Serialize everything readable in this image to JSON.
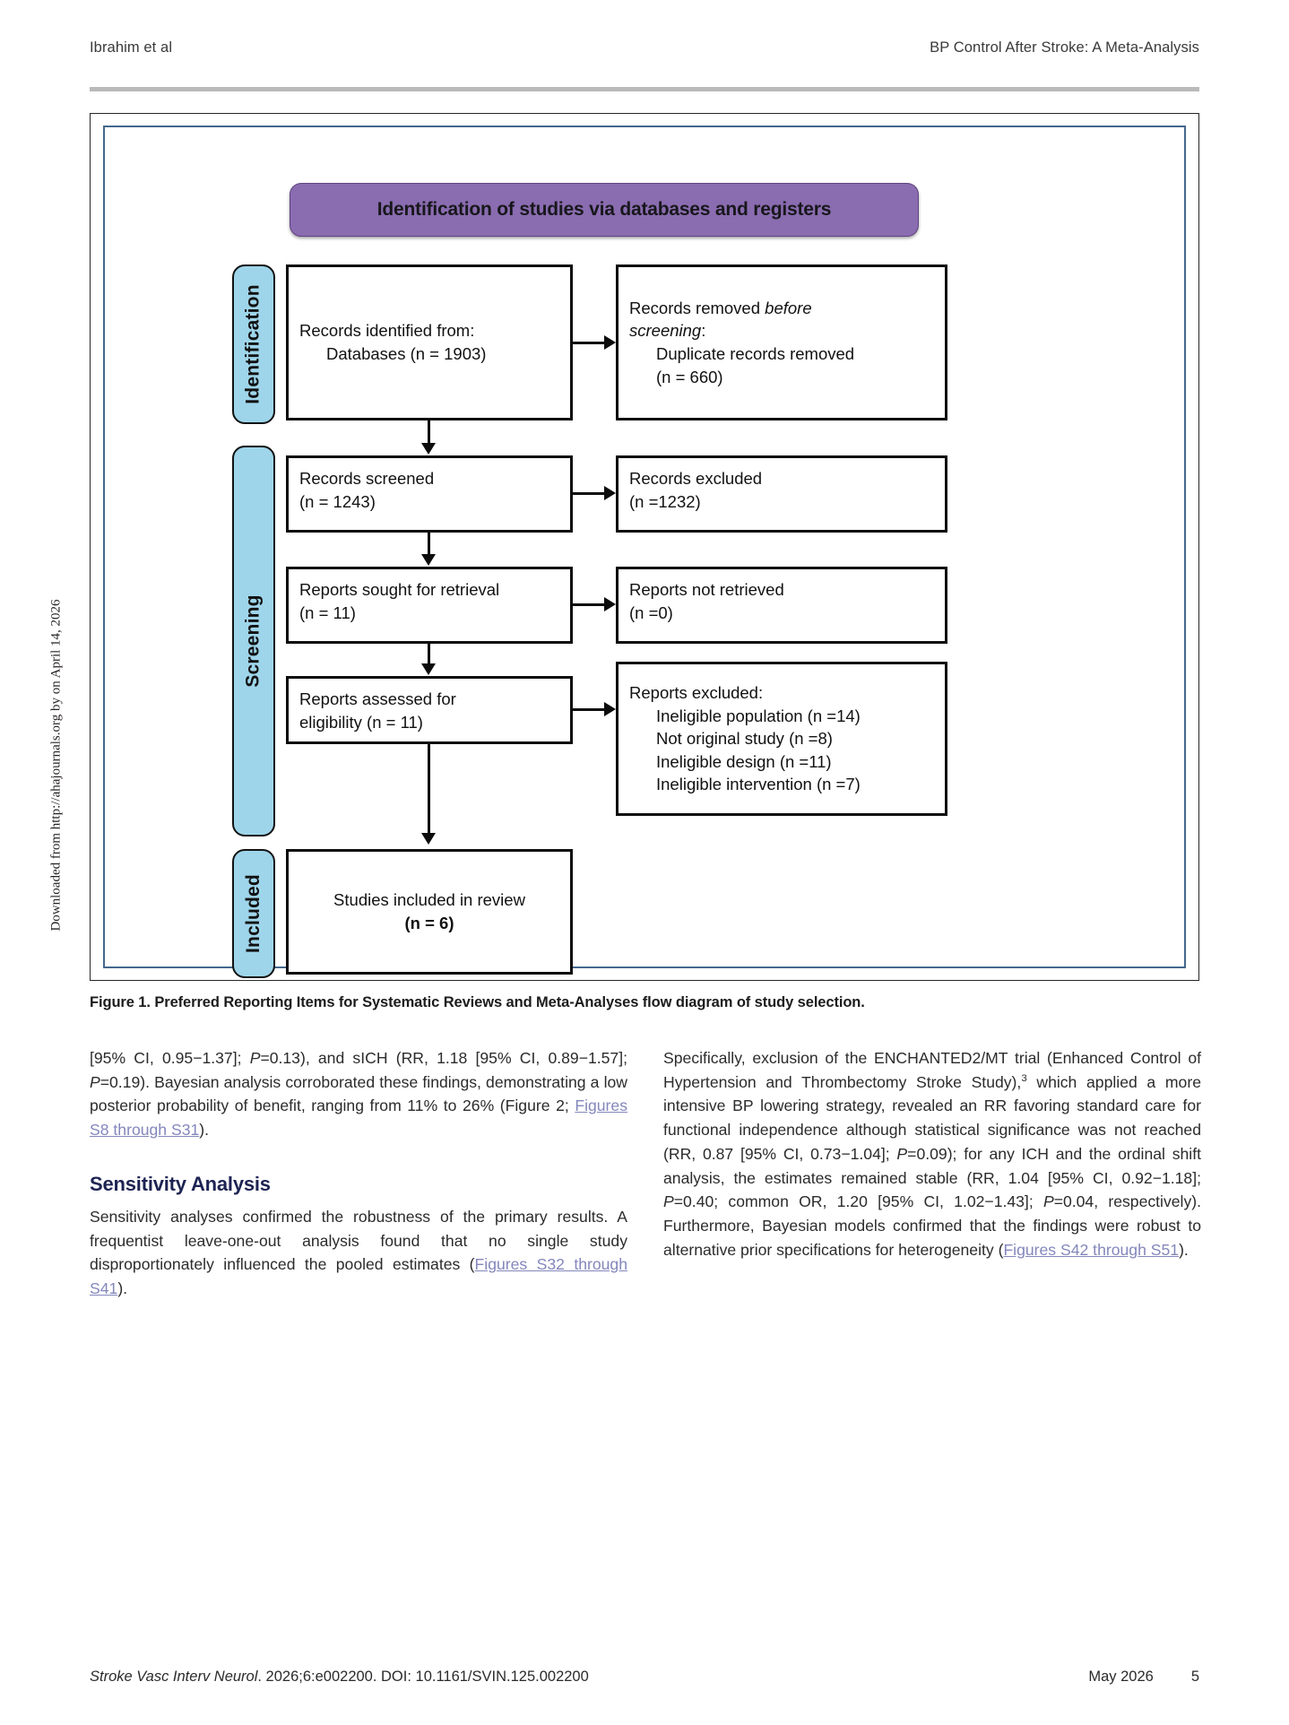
{
  "running_head": {
    "left": "Ibrahim et al",
    "right": "BP Control After Stroke: A Meta-Analysis"
  },
  "download_stamp": "Downloaded from http://ahajournals.org by on April 14, 2026",
  "figure": {
    "banner": "Identification of studies via databases and registers",
    "stages": {
      "identification": "Identification",
      "screening": "Screening",
      "included": "Included"
    },
    "boxes": {
      "identified_line1": "Records identified from:",
      "identified_line2": "Databases (n = 1903)",
      "removed_line1": "Records removed ",
      "removed_italic1": "before",
      "removed_italic2": "screening",
      "removed_line2_tail": ":",
      "removed_line3": "Duplicate records removed",
      "removed_line4": "(n = 660)",
      "screened_line1": "Records screened",
      "screened_line2": "(n = 1243)",
      "excluded_line1": "Records excluded",
      "excluded_line2": "(n =1232)",
      "sought_line1": "Reports sought for retrieval",
      "sought_line2": "(n = 11)",
      "notretrieved_line1": "Reports not retrieved",
      "notretrieved_line2": "(n =0)",
      "assessed_line1": "Reports assessed for",
      "assessed_line2": "eligibility  (n = 11)",
      "repexcluded_title": "Reports excluded:",
      "repexcluded_item1": "Ineligible  population  (n =14)",
      "repexcluded_item2": "Not original study (n =8)",
      "repexcluded_item3": "Ineligible  design (n =11)",
      "repexcluded_item4": "Ineligible  intervention  (n =7)",
      "included_line1": "Studies included  in review",
      "included_line2": "(n = 6)"
    },
    "caption_label": "Figure 1.",
    "caption_text": " Preferred Reporting Items for Systematic Reviews and Meta-Analyses flow diagram of study selection."
  },
  "body": {
    "left_col": {
      "para1_a": "[95% CI, 0.95−1.37]; ",
      "para1_p1": "P",
      "para1_b": "=0.13), and sICH (RR, 1.18 [95% CI, 0.89−1.57]; ",
      "para1_p2": "P",
      "para1_c": "=0.19). Bayesian analysis corroborated these findings, demonstrating a low posterior probability of benefit, ranging from 11% to 26% (Figure 2; ",
      "para1_xref": "Figures S8 through S31",
      "para1_d": ").",
      "heading": "Sensitivity Analysis",
      "para2_a": "Sensitivity analyses confirmed the robustness of the primary results. A frequentist leave-one-out analysis found that no single study disproportionately influenced the pooled estimates (",
      "para2_xref": "Figures S32 through S41",
      "para2_b": ")."
    },
    "right_col": {
      "para_a": "Specifically, exclusion of the ENCHANTED2/MT trial (Enhanced Control of Hypertension and Thrombectomy Stroke Study),",
      "sup": "3",
      "para_b": " which applied a more intensive BP lowering strategy, revealed an RR favoring standard care for functional independence although statistical significance was not reached (RR, 0.87 [95% CI, 0.73−1.04]; ",
      "p1": "P",
      "para_c": "=0.09); for any ICH and the ordinal shift analysis, the estimates remained stable (RR, 1.04 [95% CI, 0.92−1.18]; ",
      "p2": "P",
      "para_d": "=0.40; common OR, 1.20 [95% CI, 1.02−1.43]; ",
      "p3": "P",
      "para_e": "=0.04, respectively). Furthermore, Bayesian models confirmed that the findings were robust to alternative prior specifications for heterogeneity (",
      "para_xref": "Figures S42 through S51",
      "para_f": ")."
    }
  },
  "footer": {
    "journal_italic": "Stroke Vasc Interv Neurol",
    "citation": ". 2026;6:e002200. DOI: 10.1161/SVIN.125.002200",
    "date": "May 2026",
    "page": "5"
  },
  "colors": {
    "banner_purple": "#8a6cb0",
    "stage_blue": "#9ed5ea",
    "frame_blue": "#44688c",
    "xref_link": "#8387bb",
    "heading_navy": "#1d2352"
  }
}
